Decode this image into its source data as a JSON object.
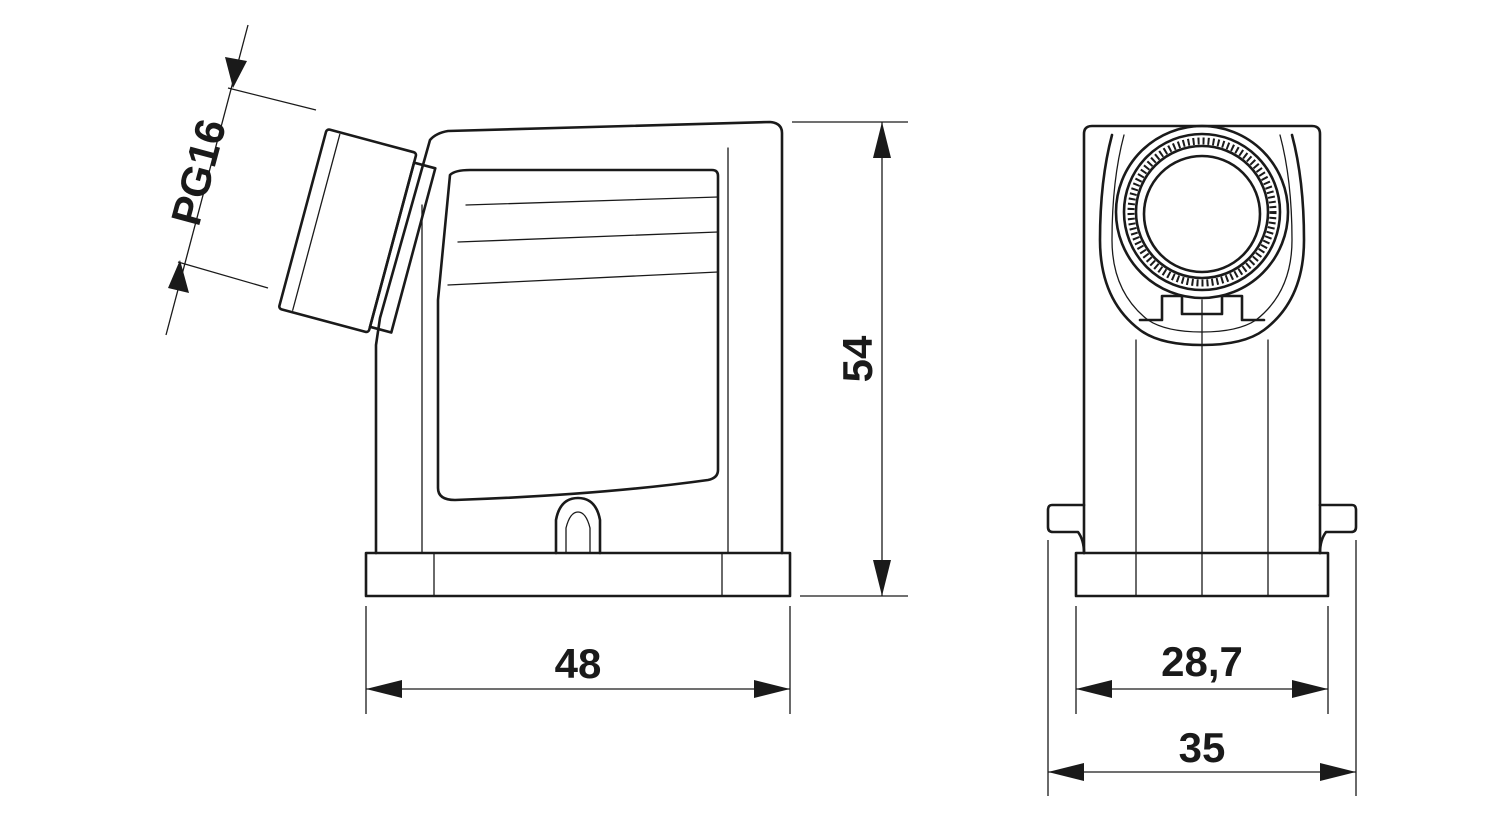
{
  "dimensions": {
    "thread_label": "PG16",
    "height": "54",
    "side_width": "48",
    "front_inner_width": "28,7",
    "front_outer_width": "35"
  }
}
